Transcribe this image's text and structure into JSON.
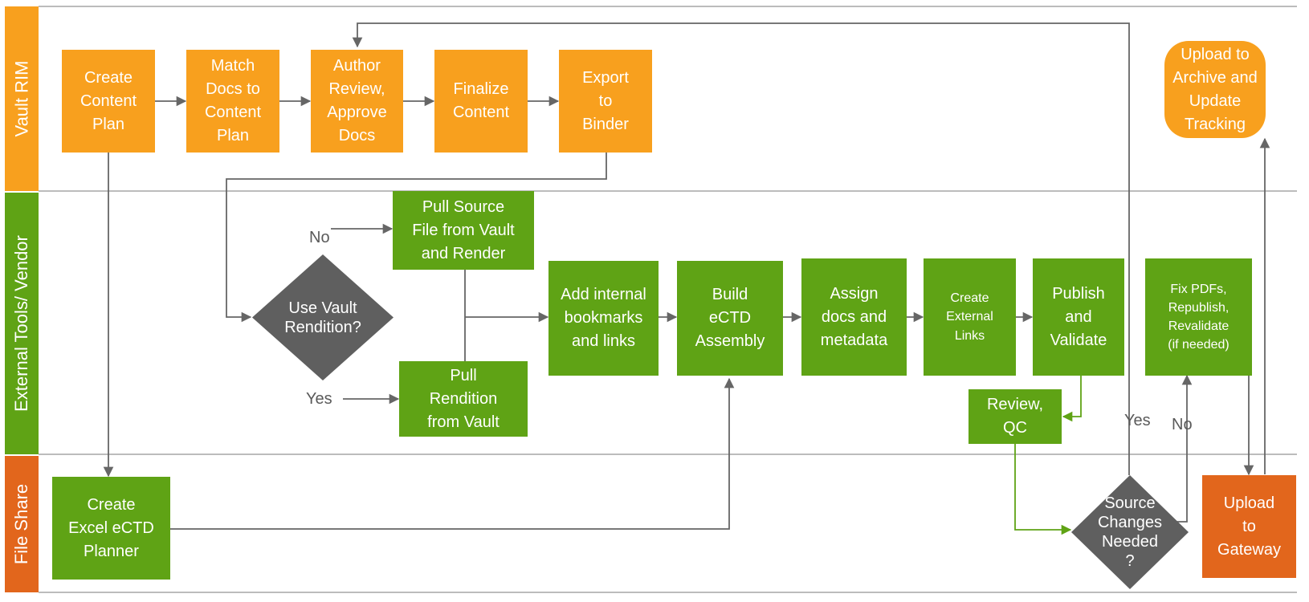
{
  "lanes": {
    "vault_rim": "Vault RIM",
    "external": "External Tools/ Vendor",
    "file_share": "File Share"
  },
  "boxes": {
    "create_content_plan": "Create\nContent\nPlan",
    "match_docs": "Match\nDocs to\nContent\nPlan",
    "author_review": "Author\nReview,\nApprove\nDocs",
    "finalize_content": "Finalize\nContent",
    "export_binder": "Export\nto\nBinder",
    "upload_archive": "Upload to\nArchive and\nUpdate\nTracking",
    "pull_source": "Pull Source\nFile from Vault\nand Render",
    "pull_rendition": "Pull\nRendition\nfrom Vault",
    "add_bookmarks": "Add internal\nbookmarks\nand links",
    "build_ectd": "Build\neCTD\nAssembly",
    "assign_docs": "Assign\ndocs and\nmetadata",
    "create_external": "Create\nExternal\nLinks",
    "publish_validate": "Publish\nand\nValidate",
    "review_qc": "Review,\nQC",
    "fix_pdfs": "Fix PDFs,\nRepublish,\nRevalidate\n(if needed)",
    "create_excel": "Create\nExcel eCTD\nPlanner",
    "upload_gateway": "Upload\nto\nGateway"
  },
  "decisions": {
    "use_vault_rendition": "Use Vault\nRendition?",
    "source_changes": "Source\nChanges\nNeeded\n?"
  },
  "labels": {
    "no_rendition": "No",
    "yes_rendition": "Yes",
    "yes_source": "Yes",
    "no_source": "No"
  },
  "colors": {
    "vault_rim": "#f8a01e",
    "external": "#5fa315",
    "file_share": "#e2661c",
    "decision": "#5f5f5f",
    "connector": "#666666",
    "lane_border": "#a6a6a6"
  }
}
